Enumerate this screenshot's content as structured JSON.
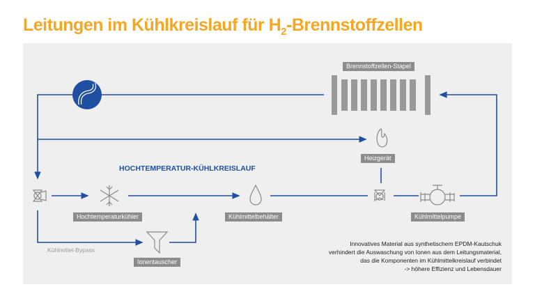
{
  "title": {
    "pre": "Leitungen im Kühlkreislauf für H",
    "sub": "2",
    "post": "-Brennstoffzellen"
  },
  "circuit_title": "HOCHTEMPERATUR-KÜHLKREISLAUF",
  "components": {
    "stack": "Brennstoffzellen-Stapel",
    "heater": "Heizgerät",
    "radiator": "Hochtemperaturkühler",
    "reservoir": "Kühlmittelbehälter",
    "pump": "Kühlmittelpumpe",
    "ion_exchanger": "Ionentauscher"
  },
  "bypass_label": "Kühlmittel-Bypass",
  "note": [
    "Innovatives Material aus synthetischem EPDM-Kautschuk",
    "verhindert die Auswaschung von Ionen aus dem Leitungsmaterial,",
    "das die Komponenten im Kühlmittelkreislauf verbindet",
    "-> höhere Effizienz und Lebensdauer"
  ],
  "colors": {
    "accent": "#f5a623",
    "line": "#1f4fa0",
    "label_bg": "#8c8c8c",
    "panel": "#efefef"
  }
}
